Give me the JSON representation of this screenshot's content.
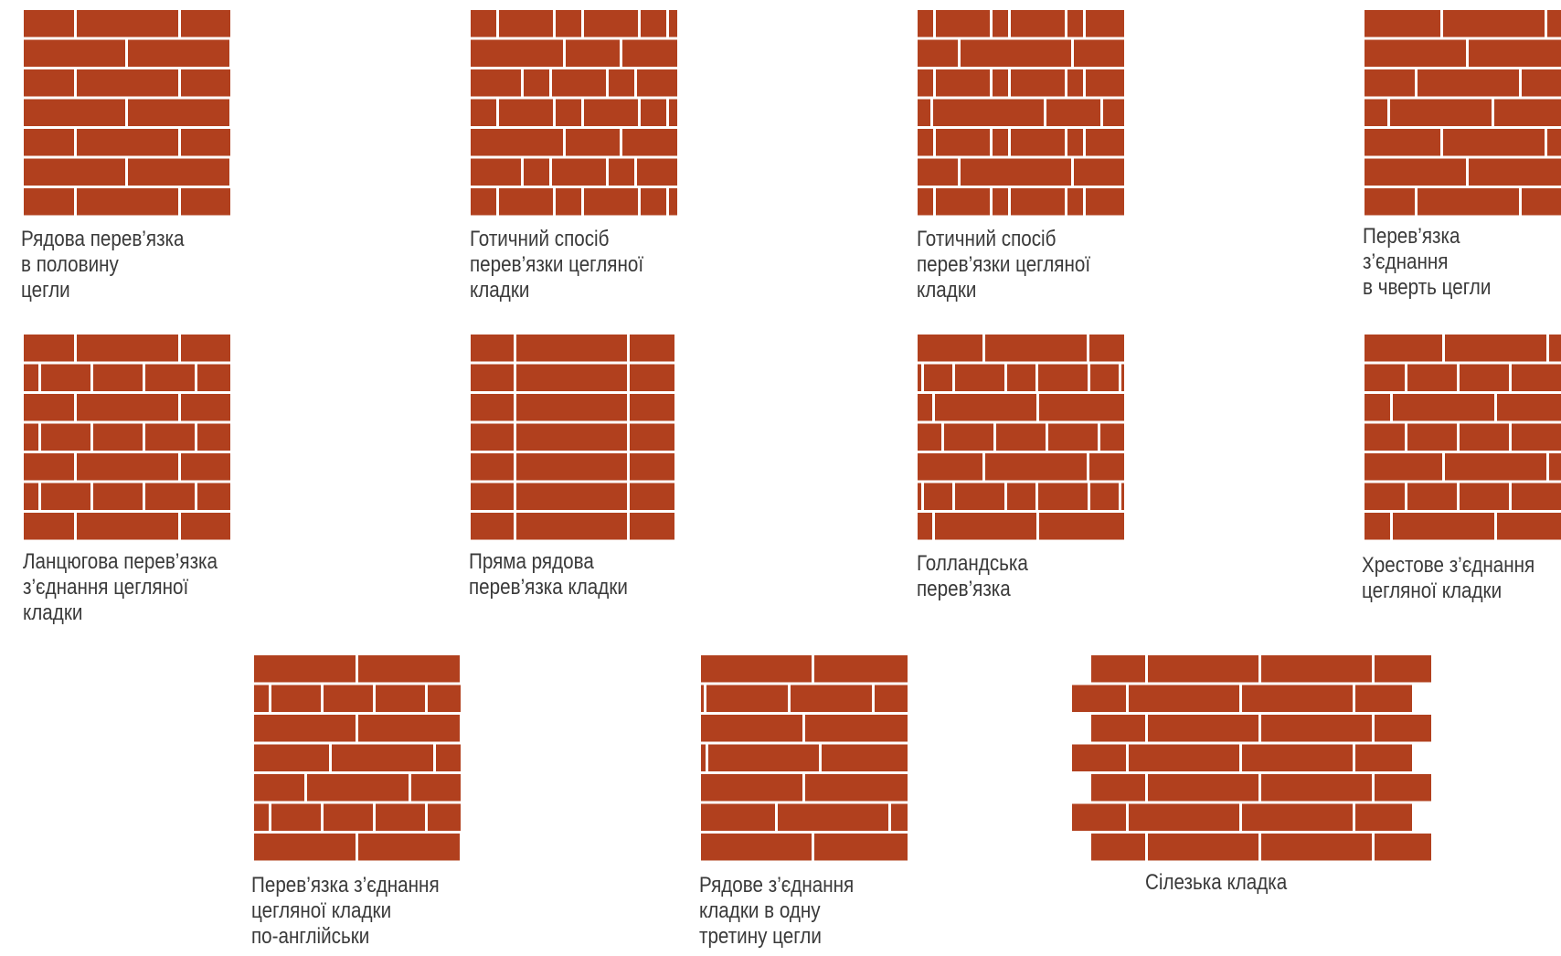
{
  "colors": {
    "brick": "#b1401e",
    "mortar": "#ffffff",
    "text": "#3a3a3a"
  },
  "patterns": [
    {
      "name": "running-half-bond",
      "caption": [
        "Рядова перев’язка",
        "в половину",
        "цегли"
      ]
    },
    {
      "name": "gothic-bond-1",
      "caption": [
        "Готичний спосіб",
        "перев’язки цегляної",
        "кладки"
      ]
    },
    {
      "name": "gothic-bond-2",
      "caption": [
        "Готичний спосіб",
        "перев’язки цегляної",
        "кладки"
      ]
    },
    {
      "name": "quarter-brick-bond",
      "caption": [
        "Перев’язка",
        "з’єднання",
        "в чверть цегли"
      ]
    },
    {
      "name": "chain-bond",
      "caption": [
        "Ланцюгова перев’язка",
        "з’єднання цегляної",
        "кладки"
      ]
    },
    {
      "name": "straight-stack-bond",
      "caption": [
        "Пряма рядова",
        "перев’язка кладки"
      ]
    },
    {
      "name": "dutch-bond",
      "caption": [
        "Голландська",
        "перев’язка"
      ]
    },
    {
      "name": "cross-bond",
      "caption": [
        "Хрестове з’єднання",
        "цегляної кладки"
      ]
    },
    {
      "name": "english-bond",
      "caption": [
        "Перев’язка з’єднання",
        "цегляної кладки",
        "по-англійськи"
      ]
    },
    {
      "name": "third-brick-bond",
      "caption": [
        "Рядове з’єднання",
        "кладки в одну",
        "третину цегли"
      ]
    },
    {
      "name": "silesian-bond",
      "caption": [
        "Сілезька кладка"
      ]
    }
  ]
}
